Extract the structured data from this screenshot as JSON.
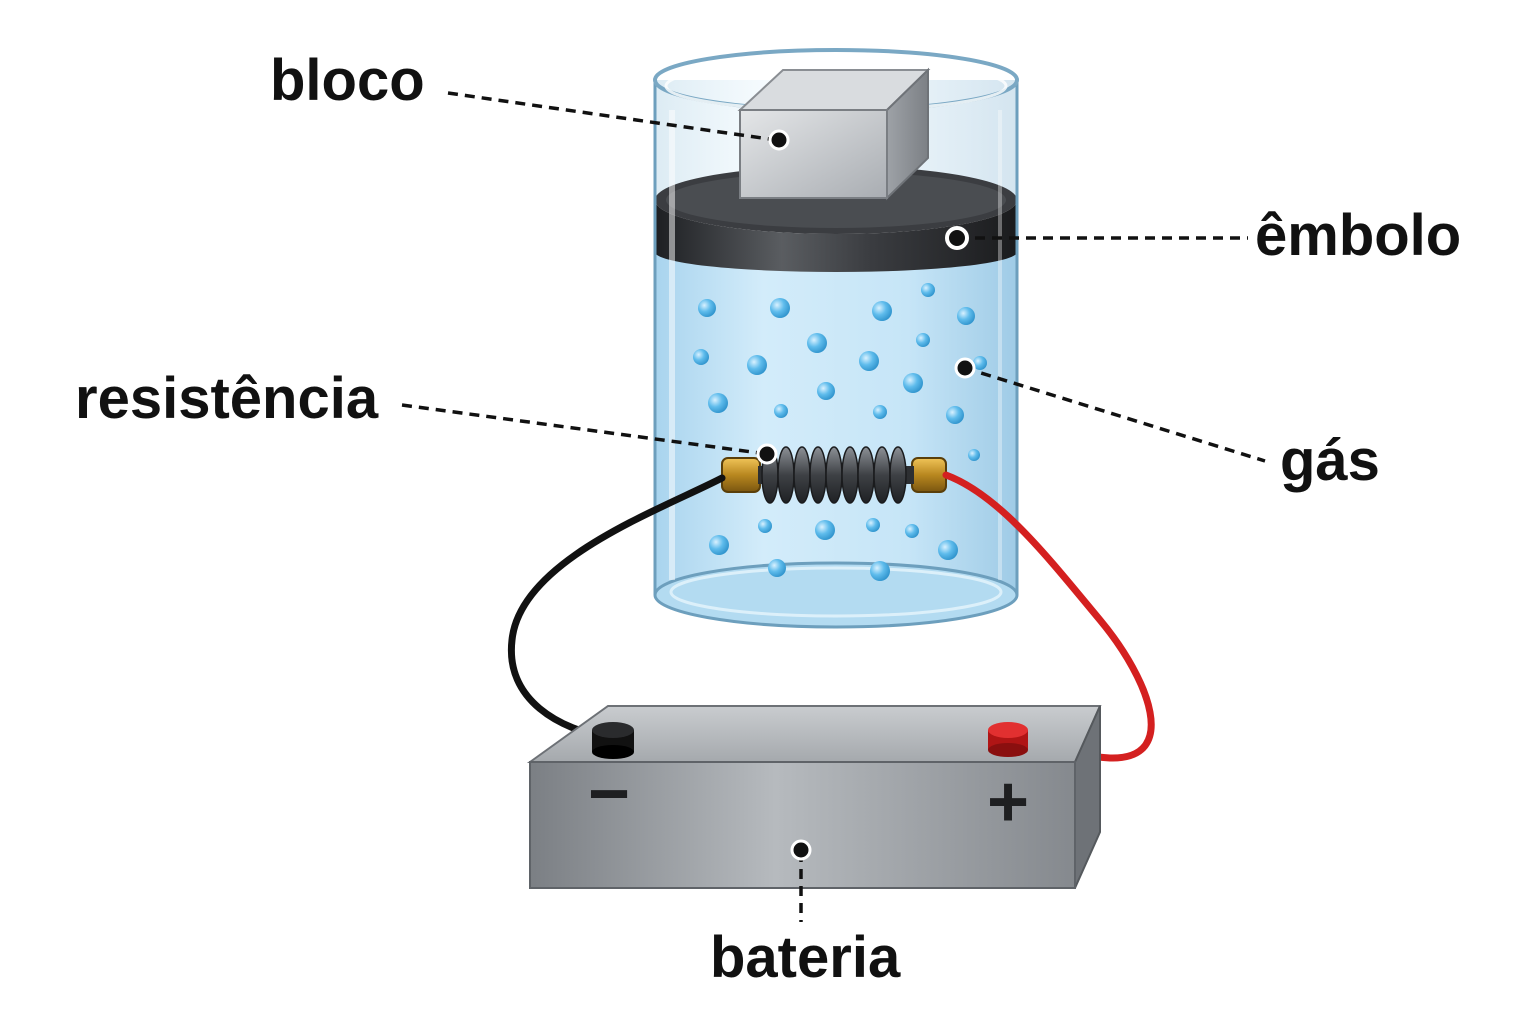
{
  "labels": {
    "bloco": "bloco",
    "embolo": "êmbolo",
    "resistencia": "resistência",
    "gas": "gás",
    "bateria": "bateria"
  },
  "battery": {
    "negative_sign": "−",
    "positive_sign": "+"
  },
  "colors": {
    "gas": "#bfe2f6",
    "bubble": "#59b8ea",
    "piston": "#2e3033",
    "block": "#bfc3c7",
    "battery": "#9a9ea3",
    "wire_negative": "#111111",
    "wire_positive": "#d42020",
    "terminal_brass": "#c99a2a"
  }
}
